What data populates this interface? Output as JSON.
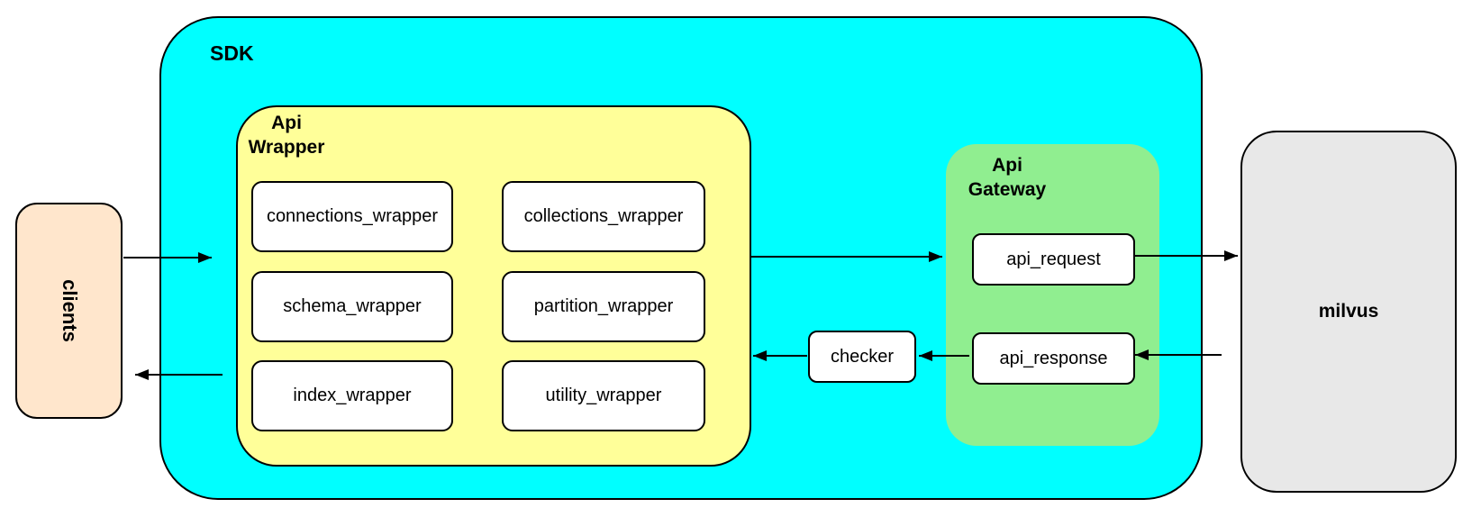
{
  "nodes": {
    "clients": {
      "label": "clients",
      "fill": "#FFE6CC"
    },
    "sdk": {
      "label": "SDK",
      "fill": "#00FFFF"
    },
    "api_wrapper": {
      "label_lines": [
        "Api",
        "Wrapper"
      ],
      "fill": "#FFFF99"
    },
    "api_gateway": {
      "label_lines": [
        "Api",
        "Gateway"
      ],
      "fill": "#90EE90"
    },
    "milvus": {
      "label": "milvus",
      "fill": "#E8E8E8"
    },
    "checker": {
      "label": "checker",
      "fill": "#FFFFFF"
    }
  },
  "wrapper_nodes": [
    {
      "label": "connections_wrapper"
    },
    {
      "label": "collections_wrapper"
    },
    {
      "label": "schema_wrapper"
    },
    {
      "label": "partition_wrapper"
    },
    {
      "label": "index_wrapper"
    },
    {
      "label": "utility_wrapper"
    }
  ],
  "gateway_nodes": [
    {
      "label": "api_request"
    },
    {
      "label": "api_response"
    }
  ],
  "edges": [
    {
      "from": "clients",
      "to": "sdk"
    },
    {
      "from": "api_wrapper",
      "to": "api_request"
    },
    {
      "from": "api_request",
      "to": "milvus"
    },
    {
      "from": "milvus",
      "to": "api_response"
    },
    {
      "from": "api_response",
      "to": "checker"
    },
    {
      "from": "checker",
      "to": "api_wrapper"
    },
    {
      "from": "sdk",
      "to": "clients"
    }
  ],
  "colors": {
    "border": "#000000",
    "node_fill": "#FFFFFF",
    "arrow": "#000000",
    "background": "#FFFFFF"
  }
}
